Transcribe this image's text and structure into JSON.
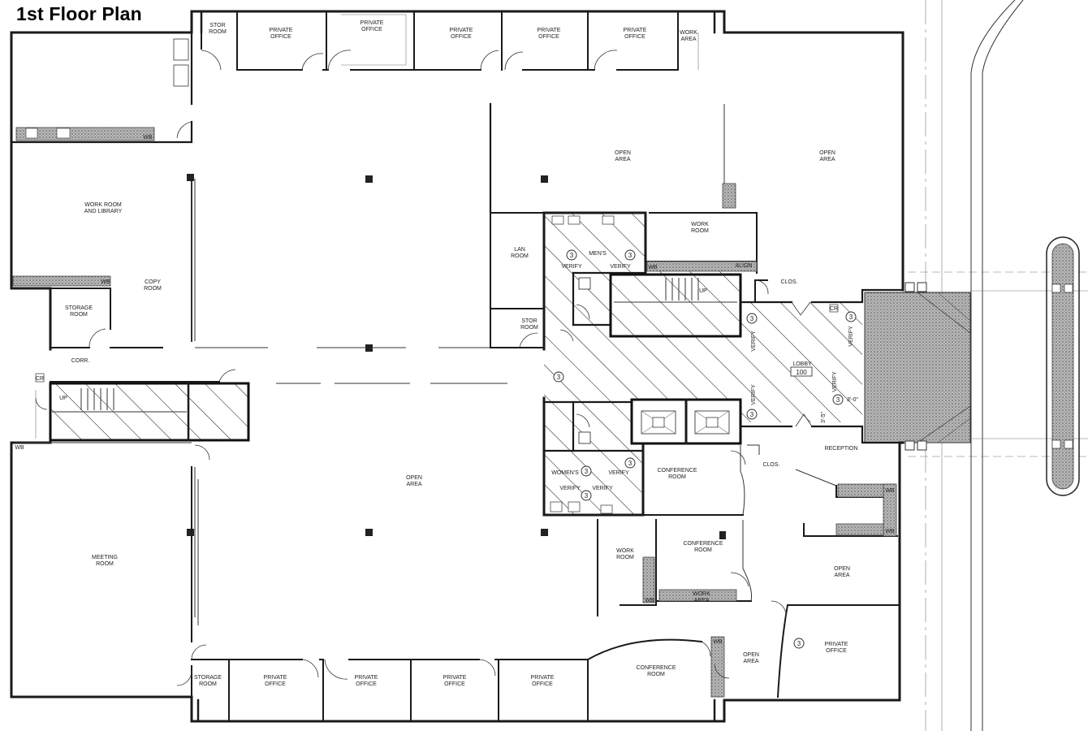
{
  "title": "1st Floor Plan",
  "rooms": {
    "stor_top": "STOR\nROOM",
    "private_office": "PRIVATE\nOFFICE",
    "work_area_top": "WORK\nAREA",
    "open_area": "OPEN\nAREA",
    "work_room": "WORK\nROOM",
    "work_room_library": "WORK ROOM\nAND LIBRARY",
    "copy_room": "COPY\nROOM",
    "storage_room": "STORAGE\nROOM",
    "corr": "CORR.",
    "lan_room": "LAN\nROOM",
    "stor_room": "STOR\nROOM",
    "mens": "MEN'S",
    "womens": "WOMEN'S",
    "lobby": "LOBBY",
    "lobby_number": "100",
    "clos": "CLOS.",
    "reception": "RECEPTION",
    "conference_room": "CONFERENCE\nROOM",
    "work_area": "WORK\nAREA",
    "meeting_room": "MEETING\nROOM",
    "storage_room_bottom": "STORAGE\nROOM"
  },
  "marks": {
    "verify": "VERIFY",
    "wb": "WB",
    "up": "UP",
    "align": "ALIGN",
    "tag_three": "3",
    "dim_a": "3'-0\"",
    "dim_b": "3'-5\"",
    "cr": "CR"
  }
}
